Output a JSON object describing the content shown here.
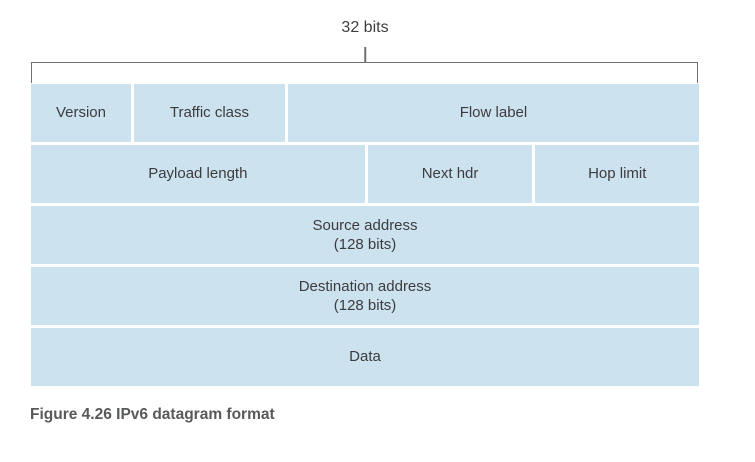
{
  "figure": {
    "bits_label": "32 bits",
    "caption": "Figure 4.26 IPv6 datagram format",
    "colors": {
      "cell_bg": "#cce2ef",
      "cell_text": "#3c3c3e",
      "bracket_line": "#6e6f71",
      "caption_text": "#58595b",
      "label_text": "#3e3e40"
    },
    "rows": [
      {
        "name": "header-row-1",
        "cells": [
          {
            "name": "field-version",
            "lines": [
              "Version"
            ],
            "width_pct": 15.1
          },
          {
            "name": "field-traffic-class",
            "lines": [
              "Traffic class"
            ],
            "width_pct": 22.8
          },
          {
            "name": "field-flow-label",
            "lines": [
              "Flow label"
            ],
            "width_pct": 62.1
          }
        ]
      },
      {
        "name": "header-row-2",
        "cells": [
          {
            "name": "field-payload-length",
            "lines": [
              "Payload length"
            ],
            "width_pct": 50.4
          },
          {
            "name": "field-next-hdr",
            "lines": [
              "Next hdr"
            ],
            "width_pct": 24.9
          },
          {
            "name": "field-hop-limit",
            "lines": [
              "Hop limit"
            ],
            "width_pct": 24.7
          }
        ]
      },
      {
        "name": "header-row-3",
        "cells": [
          {
            "name": "field-source-address",
            "lines": [
              "Source address",
              "(128 bits)"
            ],
            "width_pct": 100
          }
        ]
      },
      {
        "name": "header-row-4",
        "cells": [
          {
            "name": "field-destination-address",
            "lines": [
              "Destination address",
              "(128 bits)"
            ],
            "width_pct": 100
          }
        ]
      },
      {
        "name": "payload-row",
        "cells": [
          {
            "name": "field-data",
            "lines": [
              "Data"
            ],
            "width_pct": 100
          }
        ]
      }
    ]
  }
}
